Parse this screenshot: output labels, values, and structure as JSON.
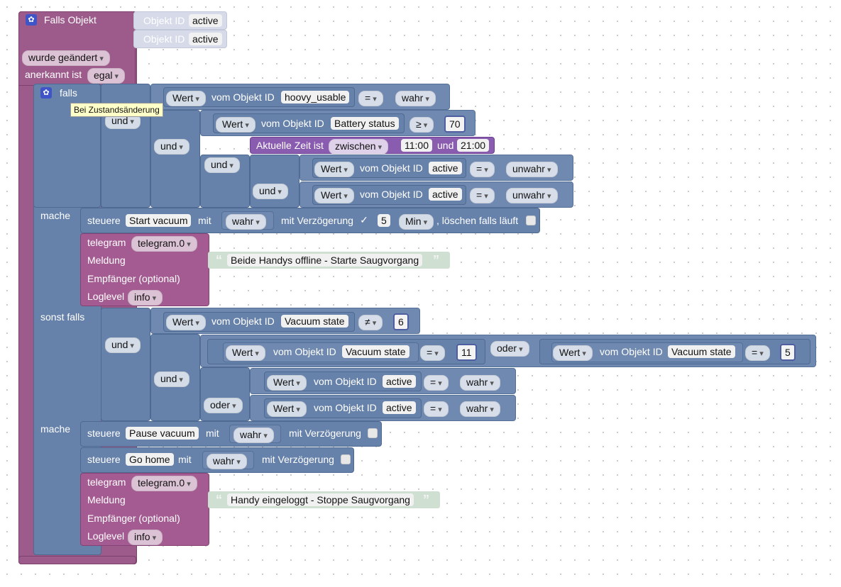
{
  "trigger": {
    "title": "Falls Objekt",
    "objects": [
      {
        "label": "Objekt ID",
        "value": "active"
      },
      {
        "label": "Objekt ID",
        "value": "active"
      }
    ],
    "changed_option": "wurde geändert",
    "ack_label": "anerkannt ist",
    "ack_option": "egal"
  },
  "tooltip": "Bei Zustandsänderung",
  "if_block": {
    "falls": "falls",
    "und": "und",
    "oder": "oder",
    "mache": "mache",
    "sonst_falls": "sonst falls",
    "wert": "Wert",
    "vom_objekt": "vom Objekt ID",
    "cond1": {
      "object": "hoovy_usable",
      "op": "=",
      "value": "wahr"
    },
    "cond2": {
      "object": "Battery status",
      "op": "≥",
      "value": "70"
    },
    "time": {
      "label": "Aktuelle Zeit ist",
      "mode": "zwischen",
      "from": "11:00",
      "and": "und",
      "to": "21:00"
    },
    "cond3": {
      "object": "active",
      "op": "=",
      "value": "unwahr"
    },
    "cond4": {
      "object": "active",
      "op": "=",
      "value": "unwahr"
    },
    "cond5": {
      "object": "Vacuum state",
      "op": "≠",
      "value": "6"
    },
    "cond6": {
      "object": "Vacuum state",
      "op": "=",
      "value": "11"
    },
    "cond7": {
      "object": "Vacuum state",
      "op": "=",
      "value": "5"
    },
    "cond8": {
      "object": "active",
      "op": "=",
      "value": "wahr"
    },
    "cond9": {
      "object": "active",
      "op": "=",
      "value": "wahr"
    }
  },
  "actions": {
    "steuere": "steuere",
    "mit": "mit",
    "delay_label": "mit Verzögerung",
    "start": {
      "target": "Start vacuum",
      "value": "wahr",
      "delay": "5",
      "unit": "Min",
      "clear_label": ", löschen falls läuft",
      "checkmark": "✓"
    },
    "pause": {
      "target": "Pause vacuum",
      "value": "wahr"
    },
    "home": {
      "target": "Go home",
      "value": "wahr"
    }
  },
  "telegram": {
    "label": "telegram",
    "instance": "telegram.0",
    "meldung": "Meldung",
    "empfaenger": "Empfänger (optional)",
    "loglevel": "Loglevel",
    "loglevel_value": "info",
    "msg1": "Beide Handys offline - Starte Saugvorgang",
    "msg2": "Handy eingeloggt - Stoppe Saugvorgang",
    "open_quote": "“",
    "close_quote": "”"
  },
  "colors": {
    "trigger": "#9c5b8a",
    "logic": "#6782aa",
    "time": "#8a5cb0",
    "telegram": "#a35b91",
    "text": "#cfdfd2"
  }
}
